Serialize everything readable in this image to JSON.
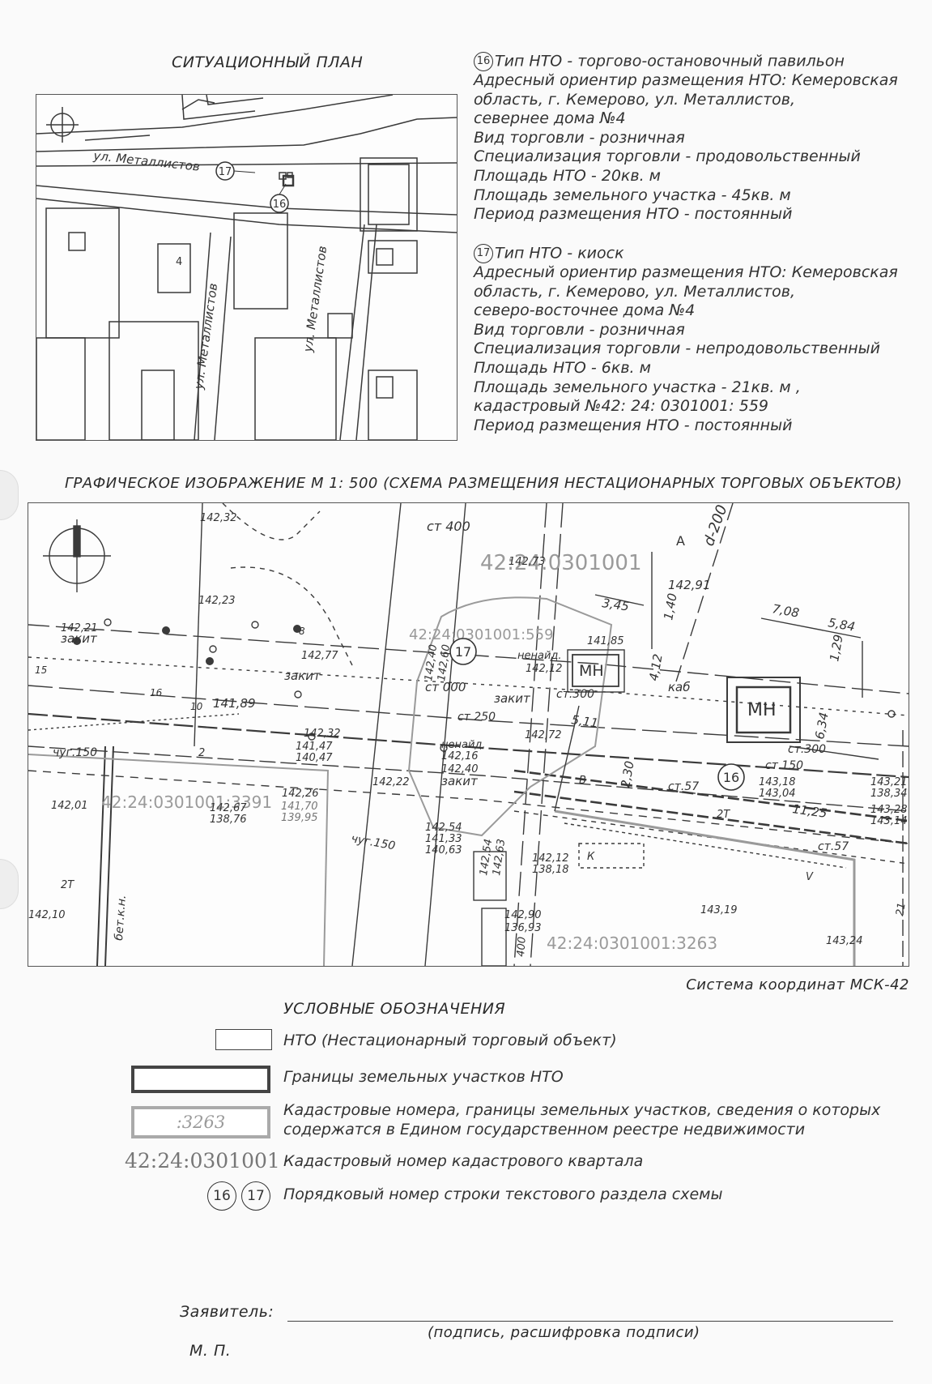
{
  "situation_plan": {
    "title": "СИТУАЦИОННЫЙ ПЛАН",
    "labels": {
      "street_horizontal": "ул. Металлистов",
      "street_vertical_1": "ул. Металлистов",
      "street_vertical_2": "ул. Металлистов",
      "marker_17": "17",
      "marker_16": "16",
      "house_4": "4"
    }
  },
  "object_16": {
    "number": "16",
    "lines": [
      "Тип НТО - торгово-остановочный павильон",
      "Адресный ориентир размещения НТО: Кемеровская",
      "область, г. Кемерово, ул. Металлистов,",
      "севернее дома №4",
      "Вид торговли - розничная",
      "Специализация торговли - продовольственный",
      "Площадь НТО - 20кв. м",
      "Площадь земельного участка - 45кв. м",
      "Период размещения НТО - постоянный"
    ]
  },
  "object_17": {
    "number": "17",
    "lines": [
      "Тип НТО - киоск",
      "Адресный ориентир размещения НТО: Кемеровская",
      "область,  г. Кемерово, ул. Металлистов,",
      "северо-восточнее дома №4",
      "Вид торговли - розничная",
      "Специализация торговли - непродовольственный",
      "Площадь НТО - 6кв. м",
      "Площадь земельного участка - 21кв. м ,",
      "кадастровый №42: 24: 0301001: 559",
      "Период размещения НТО - постоянный"
    ]
  },
  "graphic": {
    "title": "ГРАФИЧЕСКОЕ  ИЗОБРАЖЕНИЕ  М 1: 500 (СХЕМА РАЗМЕЩЕНИЯ НЕСТАЦИОНАРНЫХ  ТОРГОВЫХ ОБЪЕКТОВ)",
    "cadastral_quarter": "42:24:0301001",
    "parcel_559": "42:24:0301001:559",
    "parcel_3391": "42:24:0301001:3391",
    "parcel_3263": "42:24:0301001:3263",
    "letter_a": "A",
    "pipe_d200": "d-200",
    "mn_label": "МН",
    "mn_label_2": "МН",
    "marker_17": "17",
    "marker_16": "16",
    "dims": {
      "d345": "3,45",
      "d140": "1,40",
      "d708": "7,08",
      "d584": "5,84",
      "d129": "1,29",
      "d412": "4,12",
      "d511": "5,11",
      "d230": "2,30",
      "d634": "6,34",
      "d1125": "11,25"
    },
    "elevations": {
      "e14232": "142,32",
      "e14273": "142,73",
      "e14291": "142,91",
      "e14223": "142,23",
      "e14221": "142,21",
      "e14177": "142,77",
      "e14189": "141,89",
      "e14240": "142,40",
      "e14260": "142,60",
      "e14212": "142,12",
      "e14272": "142,72",
      "e14232b": "142,32",
      "e14147": "141,47",
      "e14047": "140,47",
      "e14226": "142,26",
      "e14222": "142,22",
      "e14267": "142,67",
      "e13876": "138,76",
      "e14170": "141,70",
      "e13995": "139,95",
      "e14201": "142,01",
      "e14216": "142,16",
      "e14240b": "142,40",
      "e14254": "142,54",
      "e14133": "141,33",
      "e14063": "140,63",
      "e14254b": "142,54",
      "e14263": "142,63",
      "e14212b": "142,12",
      "e13818": "138,18",
      "e14290": "142,90",
      "e13693": "136,93",
      "e14210": "142,10",
      "e14318": "143,18",
      "e14304": "143,04",
      "e14321": "143,21",
      "e13834": "138,34",
      "e14328": "143,28",
      "e14314": "143,14",
      "e14319": "143,19",
      "e14324": "143,24",
      "e14185": "141,85"
    },
    "notes": {
      "st400": "ст 400",
      "st300": "ст.300",
      "st300b": "ст.300",
      "st000": "ст 000",
      "st250": "ст 250",
      "st150": "ст.150",
      "st57": "ст.57",
      "st57b": "ст.57",
      "chug150": "чуг.150",
      "chug150b": "чуг.150",
      "zakit1": "закит",
      "zakit2": "закит",
      "zakit3": "закит",
      "zakit4": "закит",
      "nenaid1": "ненайд.",
      "nenaid2": "ненайд.",
      "kab": "каб",
      "bet": "бет.к.н.",
      "v2t": "2Т",
      "v2tb": "2Т",
      "n15": "15",
      "n16": "16",
      "n10": "10",
      "n8": "8",
      "n400": "400",
      "n21": "21",
      "lB": "В",
      "lK": "К",
      "lV": "V",
      "n2": "2"
    },
    "coord_system": "Система координат МСК-42"
  },
  "legend": {
    "title": "УСЛОВНЫЕ  ОБОЗНАЧЕНИЯ",
    "nto": "НТО (Нестационарный торговый объект)",
    "parcels": "Границы земельных участков НТО",
    "cadastral_line1": "Кадастровые номера, границы земельных участков, сведения о которых",
    "cadastral_line2": "содержатся в Едином государственном реестре недвижимости",
    "sample_number": ":3263",
    "quarter_sample": "42:24:0301001",
    "quarter_desc": "Кадастровый номер кадастрового квартала",
    "marker_16": "16",
    "marker_17": "17",
    "marker_desc": "Порядковый номер строки текстового раздела схемы"
  },
  "signature": {
    "applicant": "Заявитель:",
    "hint": "(подпись, расшифровка подписи)",
    "stamp": "М. П."
  },
  "colors": {
    "line": "#3a3a3a",
    "cadastral_gray": "#9a9a9a",
    "paper": "#fafafa"
  }
}
